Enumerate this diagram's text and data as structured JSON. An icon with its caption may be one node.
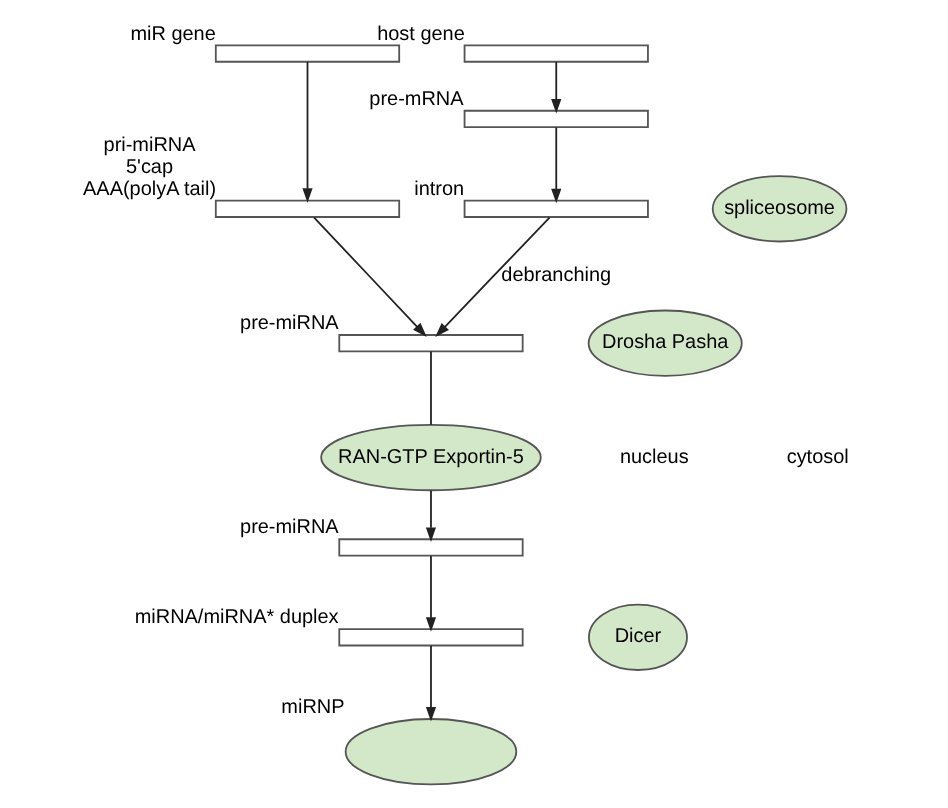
{
  "diagram": {
    "nodes": [
      {
        "text": [],
        "shape": "bar",
        "beside": [
          "miR gene"
        ]
      },
      {
        "text": [],
        "shape": "bar",
        "beside": [
          "pri-miRNA",
          "5'cap",
          "AAA(polyA tail)"
        ]
      },
      {
        "text": [],
        "shape": "bar",
        "beside": [
          "host gene"
        ]
      },
      {
        "text": [],
        "shape": "bar",
        "beside": [
          "pre-mRNA"
        ]
      },
      {
        "text": [],
        "shape": "bar",
        "beside": [
          "intron"
        ]
      },
      {
        "text": [],
        "shape": "bar",
        "beside": [
          "pre-miRNA"
        ]
      },
      {
        "text": [
          "RAN-GTP Exportin-5"
        ]
      },
      {
        "text": [],
        "shape": "bar",
        "beside": [
          "pre-miRNA"
        ]
      },
      {
        "text": [],
        "shape": "bar",
        "beside": [
          "miRNA/miRNA* duplex"
        ]
      },
      {
        "text": [],
        "shape": "ellipse",
        "beside": [
          "miRNP"
        ]
      },
      {
        "text": [
          "Drosha Pasha"
        ]
      },
      {
        "text": [
          "spliceosome"
        ]
      },
      {
        "text": [
          "Dicer"
        ]
      }
    ],
    "edges": [
      {
        "from": 0,
        "to": 1,
        "arrow": "to"
      },
      {
        "from": 1,
        "to": 5,
        "arrow": "to"
      },
      {
        "from": 2,
        "to": 3,
        "arrow": "to"
      },
      {
        "from": 3,
        "to": 4,
        "arrow": "to"
      },
      {
        "from": 4,
        "to": 5,
        "arrow": "to",
        "label": "debranching"
      },
      {
        "from": 5,
        "to": 6,
        "arrow": "none"
      },
      {
        "from": 6,
        "to": 7,
        "arrow": "to"
      },
      {
        "from": 7,
        "to": 8,
        "arrow": "to"
      },
      {
        "from": 8,
        "to": 9,
        "arrow": "to"
      }
    ],
    "labels": [
      "nucleus",
      "cytosol"
    ]
  }
}
